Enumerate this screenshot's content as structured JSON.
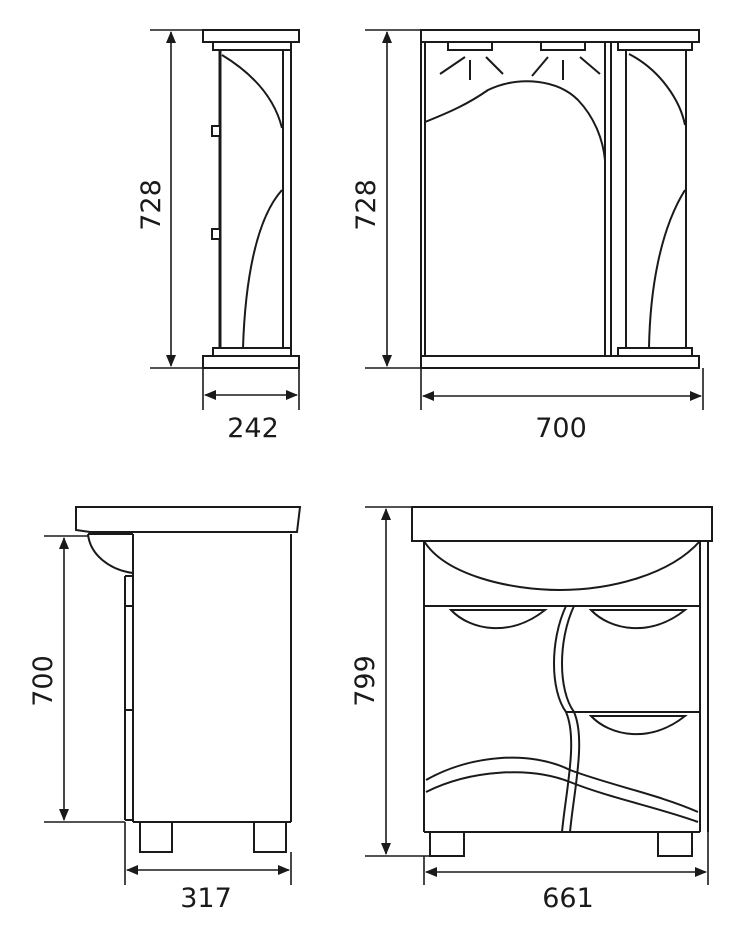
{
  "drawings": {
    "mirror_cabinet_side": {
      "height_label": "728",
      "width_label": "242"
    },
    "mirror_cabinet_front": {
      "height_label": "728",
      "width_label": "700"
    },
    "vanity_side": {
      "height_label": "700",
      "width_label": "317"
    },
    "vanity_front": {
      "height_label": "799",
      "width_label": "661"
    }
  },
  "colors": {
    "ink": "#1a1a1a",
    "background": "#ffffff"
  }
}
